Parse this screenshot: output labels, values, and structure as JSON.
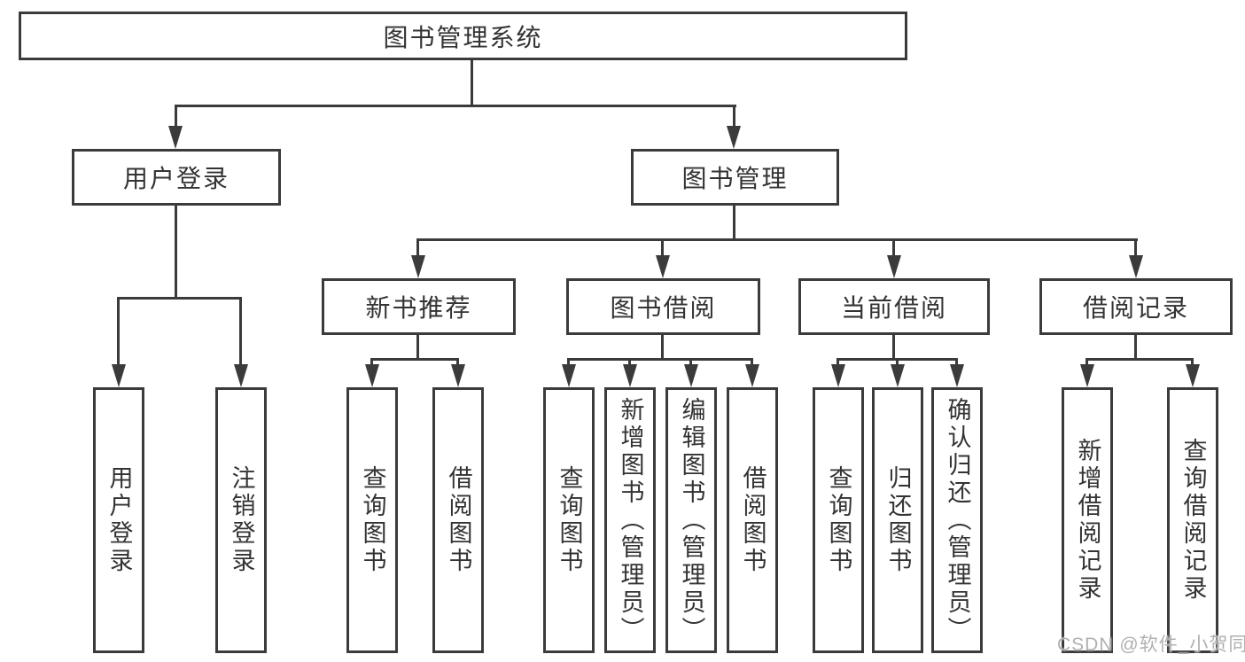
{
  "title": "图书管理系统",
  "branches": {
    "user": {
      "label": "用户登录",
      "children": [
        "用户登录",
        "注销登录"
      ]
    },
    "book": {
      "label": "图书管理",
      "sections": [
        {
          "label": "新书推荐",
          "children": [
            "查询图书",
            "借阅图书"
          ]
        },
        {
          "label": "图书借阅",
          "children": [
            "查询图书",
            "新增图书（管理员）",
            "编辑图书（管理员）",
            "借阅图书"
          ]
        },
        {
          "label": "当前借阅",
          "children": [
            "查询图书",
            "归还图书",
            "确认归还（管理员）"
          ]
        },
        {
          "label": "借阅记录",
          "children": [
            "新增借阅记录",
            "查询借阅记录"
          ]
        }
      ]
    }
  },
  "watermark": "CSDN @软件_小贺同学",
  "colors": {
    "line": "#3b3b3b",
    "text": "#333333",
    "watermark": "#b0b0b0",
    "background": "#ffffff"
  }
}
